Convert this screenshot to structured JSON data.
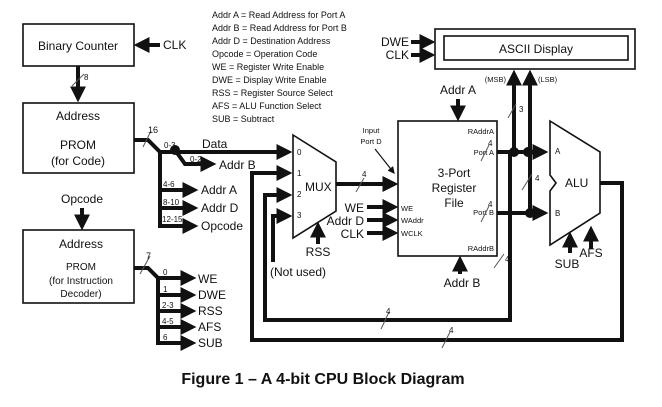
{
  "legend": [
    "Addr A = Read Address for Port A",
    "Addr B = Read Address for Port B",
    "Addr D = Destination Address",
    "Opcode = Operation Code",
    "WE = Register Write Enable",
    "DWE = Display Write Enable",
    "RSS = Register Source Select",
    "AFS = ALU Function Select",
    "SUB = Subtract"
  ],
  "blocks": {
    "counter": {
      "label": "Binary Counter",
      "clk": "CLK",
      "bus_width": "8"
    },
    "code_prom": {
      "line1": "Address",
      "line2": "PROM",
      "line3": "(for Code)",
      "bus_width": "16"
    },
    "decoder_prom": {
      "input": "Opcode",
      "line1": "Address",
      "line2": "PROM",
      "line3": "(for Instruction",
      "line4": "Decoder)",
      "bus_width": "7"
    },
    "mux": {
      "label": "MUX",
      "inputs": [
        "0",
        "1",
        "2",
        "3"
      ],
      "select": "RSS",
      "not_used": "(Not used)",
      "out_width": "4"
    },
    "regfile": {
      "title1": "3-Port",
      "title2": "Register",
      "title3": "File",
      "input_port": [
        "Input",
        "Port D"
      ],
      "ports": {
        "raddra": "RAddrA",
        "porta": "Port A",
        "portb": "Port B",
        "raddrb": "RAddrB",
        "we": "WE",
        "waddr": "WAddr",
        "wclk": "WCLK"
      },
      "inputs": {
        "addr_a": "Addr A",
        "addr_b": "Addr B",
        "we": "WE",
        "addr_d": "Addr D",
        "clk": "CLK"
      }
    },
    "alu": {
      "label": "ALU",
      "a": "A",
      "b": "B",
      "sub": "SUB",
      "afs": "AFS"
    },
    "display": {
      "label": "ASCII Display",
      "dwe": "DWE",
      "clk": "CLK",
      "msb": "(MSB)",
      "lsb": "(LSB)",
      "msb_width": "3",
      "lsb_width": "4"
    }
  },
  "code_fields": [
    {
      "bits": "0-3",
      "name": "Data"
    },
    {
      "bits": "0-2",
      "name": "Addr B"
    },
    {
      "bits": "4-6",
      "name": "Addr A"
    },
    {
      "bits": "8-10",
      "name": "Addr D"
    },
    {
      "bits": "12-15",
      "name": "Opcode"
    }
  ],
  "decoder_fields": [
    {
      "bits": "0",
      "name": "WE"
    },
    {
      "bits": "1",
      "name": "DWE"
    },
    {
      "bits": "2-3",
      "name": "RSS"
    },
    {
      "bits": "4-5",
      "name": "AFS"
    },
    {
      "bits": "6",
      "name": "SUB"
    }
  ],
  "bus_widths": {
    "porta": "4",
    "portb": "4",
    "porta_feedback": "4",
    "alu_feedback": "4",
    "porta_loop": "4"
  },
  "caption": "Figure 1 – A 4-bit CPU Block Diagram"
}
